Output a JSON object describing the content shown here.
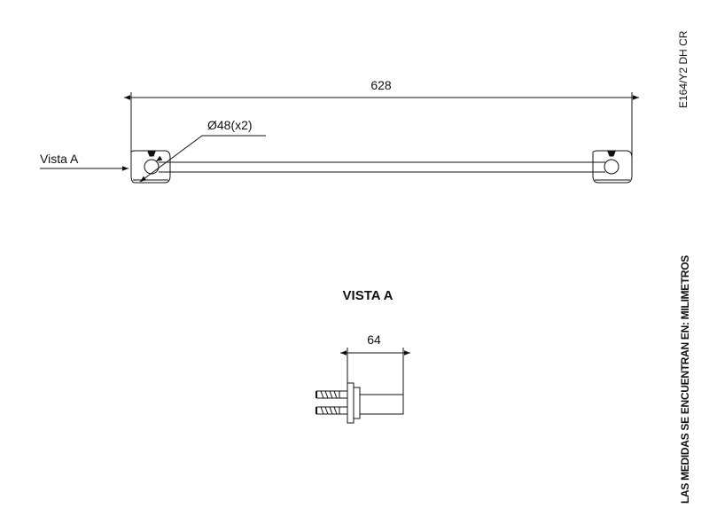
{
  "drawing": {
    "overall_length": "628",
    "diameter_callout": "Ø48(x2)",
    "view_pointer_label": "Vista A",
    "view_title": "VISTA A",
    "depth_dimension": "64",
    "product_code": "E164/Y2 DH CR",
    "units_note": "LAS MEDIDAS SE ENCUENTRAN EN: MILIMETROS"
  }
}
